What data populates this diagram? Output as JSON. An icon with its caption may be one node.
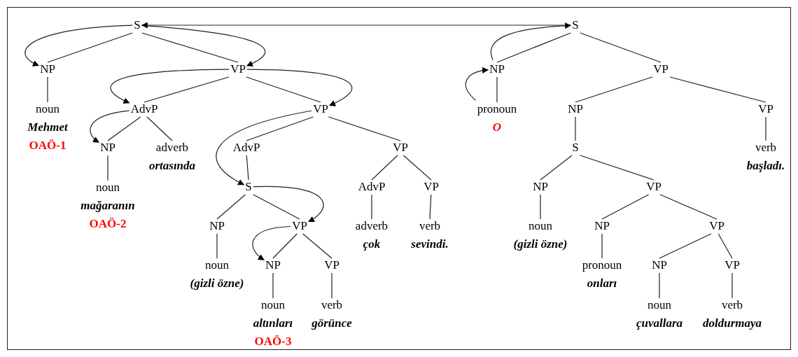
{
  "diagram": {
    "nodes": [
      {
        "text": [
          "S"
        ]
      },
      {
        "text": [
          "NP"
        ]
      },
      {
        "text": [
          "VP"
        ]
      },
      {
        "text": [
          "noun",
          "Mehmet",
          "OAÖ-1"
        ]
      },
      {
        "text": [
          "AdvP"
        ]
      },
      {
        "text": [
          "VP"
        ]
      },
      {
        "text": [
          "NP"
        ]
      },
      {
        "text": [
          "adverb",
          "ortasında"
        ]
      },
      {
        "text": [
          "noun",
          "mağaranın",
          "OAÖ-2"
        ]
      },
      {
        "text": [
          "AdvP"
        ]
      },
      {
        "text": [
          "VP"
        ]
      },
      {
        "text": [
          "S"
        ]
      },
      {
        "text": [
          "AdvP"
        ]
      },
      {
        "text": [
          "VP"
        ]
      },
      {
        "text": [
          "NP"
        ]
      },
      {
        "text": [
          "VP"
        ]
      },
      {
        "text": [
          "adverb",
          "çok"
        ]
      },
      {
        "text": [
          "verb",
          "sevindi."
        ]
      },
      {
        "text": [
          "noun",
          "(gizli özne)"
        ]
      },
      {
        "text": [
          "NP"
        ]
      },
      {
        "text": [
          "VP"
        ]
      },
      {
        "text": [
          "noun",
          "altınları",
          "OAÖ-3"
        ]
      },
      {
        "text": [
          "verb",
          "görünce"
        ]
      },
      {
        "text": [
          "S"
        ]
      },
      {
        "text": [
          "NP"
        ]
      },
      {
        "text": [
          "VP"
        ]
      },
      {
        "text": [
          "pronoun",
          "O"
        ]
      },
      {
        "text": [
          "NP"
        ]
      },
      {
        "text": [
          "VP"
        ]
      },
      {
        "text": [
          "S"
        ]
      },
      {
        "text": [
          "verb",
          "başladı."
        ]
      },
      {
        "text": [
          "NP"
        ]
      },
      {
        "text": [
          "VP"
        ]
      },
      {
        "text": [
          "noun",
          "(gizli özne)"
        ]
      },
      {
        "text": [
          "NP"
        ]
      },
      {
        "text": [
          "VP"
        ]
      },
      {
        "text": [
          "pronoun",
          "onları"
        ]
      },
      {
        "text": [
          "NP"
        ]
      },
      {
        "text": [
          "VP"
        ]
      },
      {
        "text": [
          "noun",
          "çuvallara"
        ]
      },
      {
        "text": [
          "verb",
          "doldurmaya"
        ]
      }
    ],
    "edges": [
      {
        "from": 0,
        "to": 1,
        "arrow": "none"
      },
      {
        "from": 0,
        "to": 2,
        "arrow": "none"
      },
      {
        "from": 1,
        "to": 3,
        "arrow": "none"
      },
      {
        "from": 2,
        "to": 4,
        "arrow": "none"
      },
      {
        "from": 2,
        "to": 5,
        "arrow": "none"
      },
      {
        "from": 4,
        "to": 6,
        "arrow": "none"
      },
      {
        "from": 4,
        "to": 7,
        "arrow": "none"
      },
      {
        "from": 6,
        "to": 8,
        "arrow": "none"
      },
      {
        "from": 5,
        "to": 9,
        "arrow": "none"
      },
      {
        "from": 5,
        "to": 10,
        "arrow": "none"
      },
      {
        "from": 9,
        "to": 11,
        "arrow": "none"
      },
      {
        "from": 10,
        "to": 12,
        "arrow": "none"
      },
      {
        "from": 10,
        "to": 13,
        "arrow": "none"
      },
      {
        "from": 11,
        "to": 14,
        "arrow": "none"
      },
      {
        "from": 11,
        "to": 15,
        "arrow": "none"
      },
      {
        "from": 12,
        "to": 16,
        "arrow": "none"
      },
      {
        "from": 13,
        "to": 17,
        "arrow": "none"
      },
      {
        "from": 14,
        "to": 18,
        "arrow": "none"
      },
      {
        "from": 15,
        "to": 19,
        "arrow": "none"
      },
      {
        "from": 15,
        "to": 20,
        "arrow": "none"
      },
      {
        "from": 19,
        "to": 21,
        "arrow": "none"
      },
      {
        "from": 20,
        "to": 22,
        "arrow": "none"
      },
      {
        "from": 23,
        "to": 24,
        "arrow": "none"
      },
      {
        "from": 23,
        "to": 25,
        "arrow": "none"
      },
      {
        "from": 24,
        "to": 26,
        "arrow": "none"
      },
      {
        "from": 25,
        "to": 27,
        "arrow": "none"
      },
      {
        "from": 25,
        "to": 28,
        "arrow": "none"
      },
      {
        "from": 27,
        "to": 29,
        "arrow": "none"
      },
      {
        "from": 28,
        "to": 30,
        "arrow": "none"
      },
      {
        "from": 29,
        "to": 31,
        "arrow": "none"
      },
      {
        "from": 29,
        "to": 32,
        "arrow": "none"
      },
      {
        "from": 31,
        "to": 33,
        "arrow": "none"
      },
      {
        "from": 32,
        "to": 34,
        "arrow": "none"
      },
      {
        "from": 32,
        "to": 35,
        "arrow": "none"
      },
      {
        "from": 34,
        "to": 36,
        "arrow": "none"
      },
      {
        "from": 35,
        "to": 37,
        "arrow": "none"
      },
      {
        "from": 35,
        "to": 38,
        "arrow": "none"
      },
      {
        "from": 37,
        "to": 39,
        "arrow": "none"
      },
      {
        "from": 38,
        "to": 40,
        "arrow": "none"
      },
      {
        "from": 0,
        "to": 1,
        "arrow": "to"
      },
      {
        "from": 0,
        "to": 2,
        "arrow": "to"
      },
      {
        "from": 2,
        "to": 4,
        "arrow": "to"
      },
      {
        "from": 2,
        "to": 5,
        "arrow": "to"
      },
      {
        "from": 4,
        "to": 6,
        "arrow": "to"
      },
      {
        "from": 5,
        "to": 11,
        "arrow": "to"
      },
      {
        "from": 11,
        "to": 15,
        "arrow": "to"
      },
      {
        "from": 15,
        "to": 19,
        "arrow": "to"
      },
      {
        "from": 23,
        "to": 0,
        "arrow": "to"
      },
      {
        "from": 24,
        "to": 23,
        "arrow": "to"
      },
      {
        "from": 26,
        "to": 24,
        "arrow": "to"
      }
    ]
  }
}
